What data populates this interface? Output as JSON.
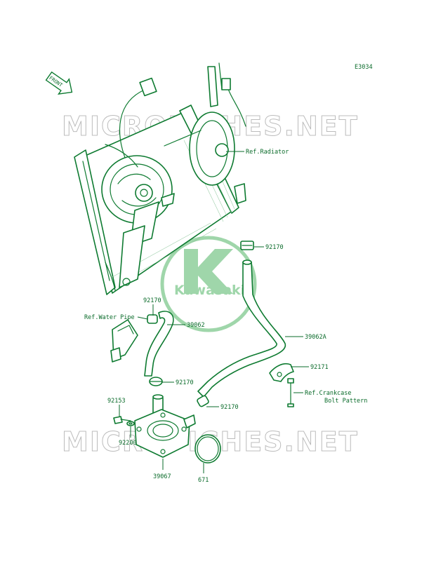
{
  "diagram_code": "E3034",
  "front_badge": "FRONT",
  "watermarks": [
    "MICROFICHES.NET",
    "MICROFICHES.NET"
  ],
  "logo_text": "Kawasaki",
  "colors": {
    "line": "#0d7a30",
    "text": "#0a6b2a",
    "watermark": "#bcbcbc",
    "logo": "#8fcf9c"
  },
  "labels": {
    "ref_radiator": "Ref.Radiator",
    "p92170_upper": "92170",
    "p92170_left": "92170",
    "ref_water_pipe": "Ref.Water Pipe",
    "p39062": "39062",
    "p39062a": "39062A",
    "p92171": "92171",
    "ref_crankcase_1": "Ref.Crankcase",
    "ref_crankcase_2": "Bolt Pattern",
    "p92170_mid": "92170",
    "p92170_lower": "92170",
    "p92153": "92153",
    "p92200": "92200",
    "p39067": "39067",
    "p671": "671"
  }
}
